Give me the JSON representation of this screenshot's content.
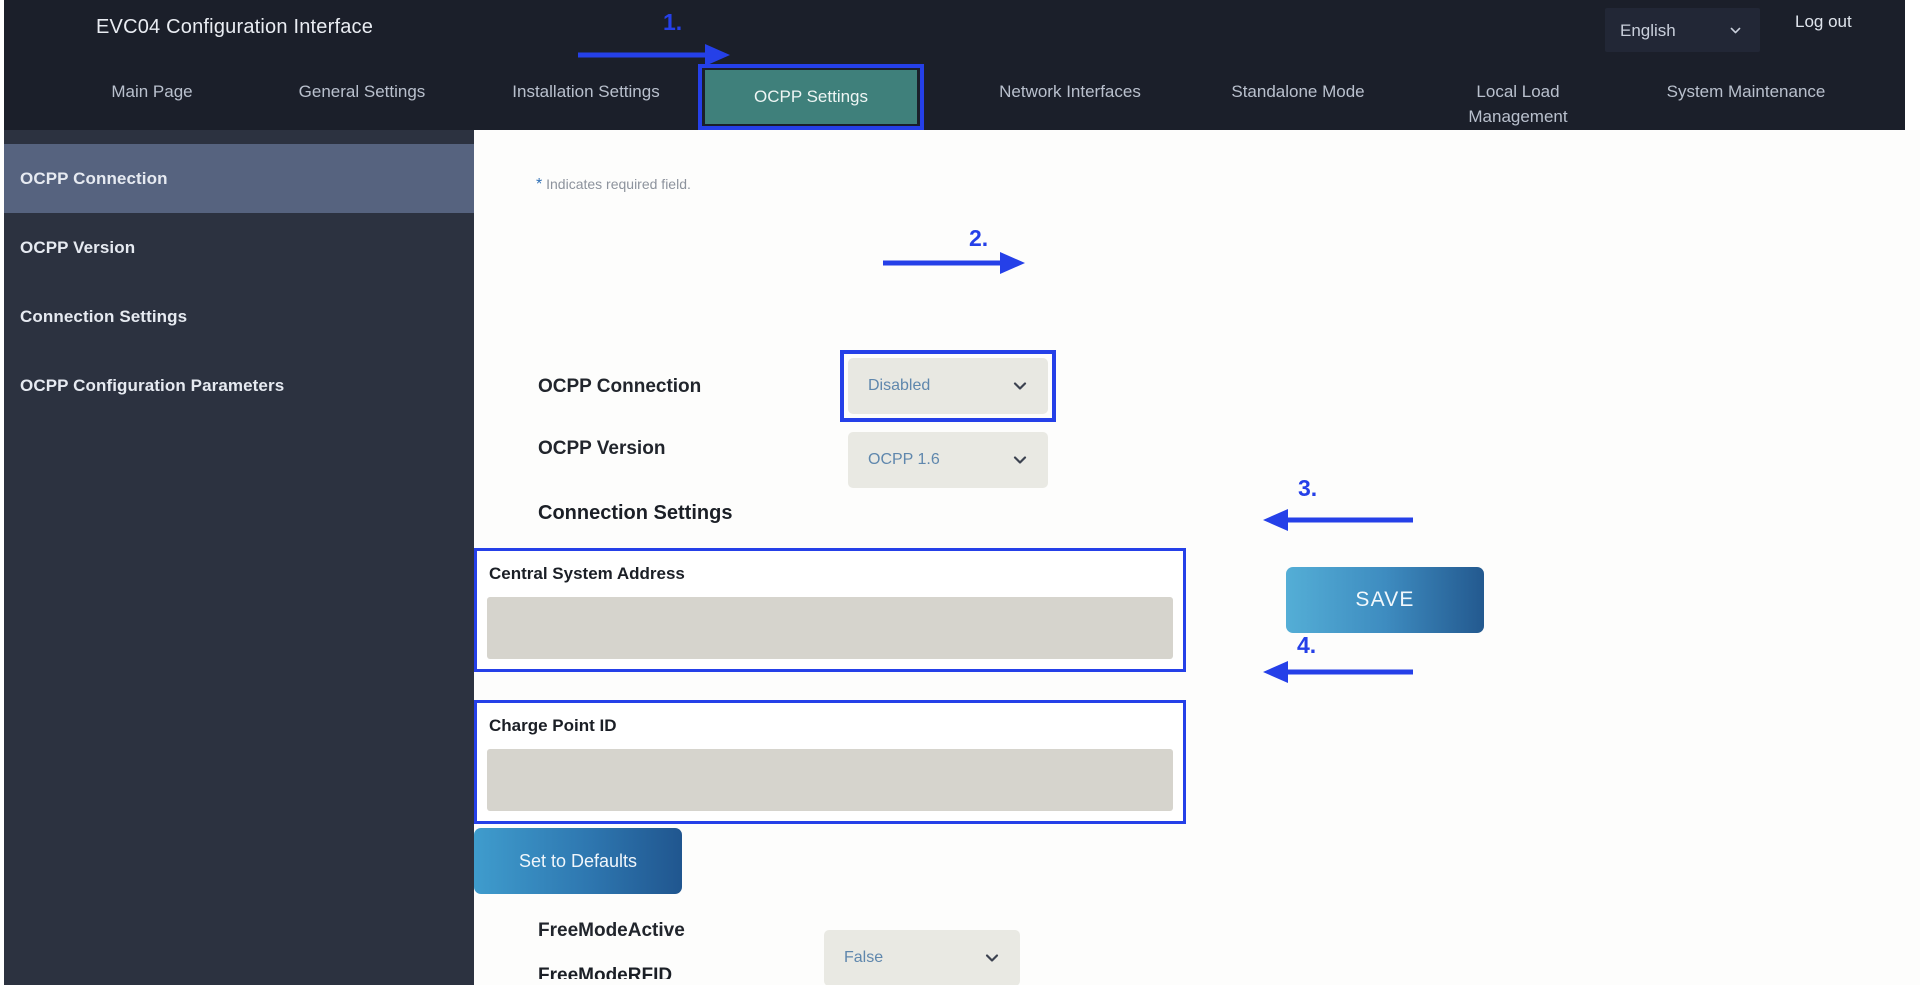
{
  "header": {
    "app_title": "EVC04 Configuration Interface",
    "language": "English",
    "logout_label": "Log out",
    "chevron_icon": "chevron-down-icon"
  },
  "nav": {
    "tabs": [
      {
        "label": "Main Page",
        "active": false
      },
      {
        "label": "General Settings",
        "active": false
      },
      {
        "label": "Installation Settings",
        "active": false
      },
      {
        "label": "OCPP Settings",
        "active": true
      },
      {
        "label": "Network Interfaces",
        "active": false
      },
      {
        "label": "Standalone Mode",
        "active": false
      },
      {
        "label": "Local Load\nManagement",
        "active": false
      },
      {
        "label": "System Maintenance",
        "active": false
      }
    ],
    "active_tab_color": "#3f807b"
  },
  "sidebar": {
    "items": [
      {
        "label": "OCPP Connection",
        "active": true
      },
      {
        "label": "OCPP Version",
        "active": false
      },
      {
        "label": "Connection Settings",
        "active": false
      },
      {
        "label": "OCPP Configuration Parameters",
        "active": false
      }
    ],
    "active_color": "#56637f",
    "background_color": "#2c3240"
  },
  "main": {
    "required_note_star": "*",
    "required_note": "Indicates required field.",
    "rows": {
      "ocpp_connection_label": "OCPP Connection",
      "ocpp_connection_value": "Disabled",
      "ocpp_version_label": "OCPP Version",
      "ocpp_version_value": "OCPP 1.6",
      "free_mode_active_label": "FreeModeActive",
      "free_mode_active_value": "False",
      "cut_off_label": "FreeModeRFID"
    },
    "section_title": "Connection Settings",
    "fields": [
      {
        "label": "Central System Address",
        "value": "",
        "placeholder": ""
      },
      {
        "label": "Charge Point ID",
        "value": "",
        "placeholder": ""
      }
    ],
    "buttons": {
      "set_to_defaults": "Set to Defaults",
      "save": "SAVE"
    }
  },
  "annotations": {
    "color": "#2540e8",
    "markers": [
      {
        "number": "1.",
        "target": "ocpp-settings-tab"
      },
      {
        "number": "2.",
        "target": "ocpp-connection-dropdown"
      },
      {
        "number": "3.",
        "target": "central-system-address-field"
      },
      {
        "number": "4.",
        "target": "charge-point-id-field"
      }
    ]
  }
}
